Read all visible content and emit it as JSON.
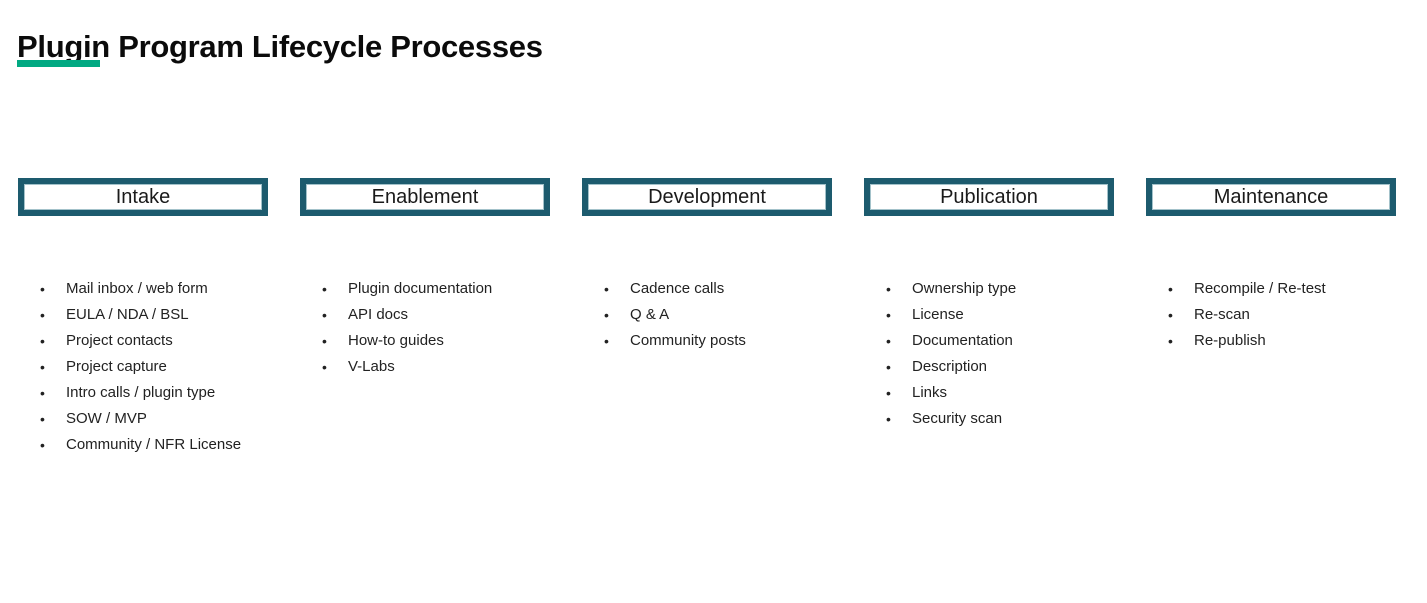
{
  "title": "Plugin Program Lifecycle Processes",
  "accent_color": "#01a982",
  "box_border_color": "#1d5b6e",
  "bullet_char": "•",
  "columns": [
    {
      "title": "Intake",
      "items": [
        "Mail inbox / web form",
        "EULA / NDA / BSL",
        "Project contacts",
        "Project capture",
        "Intro calls / plugin type",
        "SOW / MVP",
        "Community / NFR License"
      ]
    },
    {
      "title": "Enablement",
      "items": [
        "Plugin documentation",
        "API docs",
        "How-to guides",
        "V-Labs"
      ]
    },
    {
      "title": "Development",
      "items": [
        "Cadence calls",
        "Q & A",
        "Community posts"
      ]
    },
    {
      "title": "Publication",
      "items": [
        "Ownership type",
        "License",
        "Documentation",
        "Description",
        "Links",
        "Security scan"
      ]
    },
    {
      "title": "Maintenance",
      "items": [
        "Recompile / Re-test",
        "Re-scan",
        "Re-publish"
      ]
    }
  ]
}
